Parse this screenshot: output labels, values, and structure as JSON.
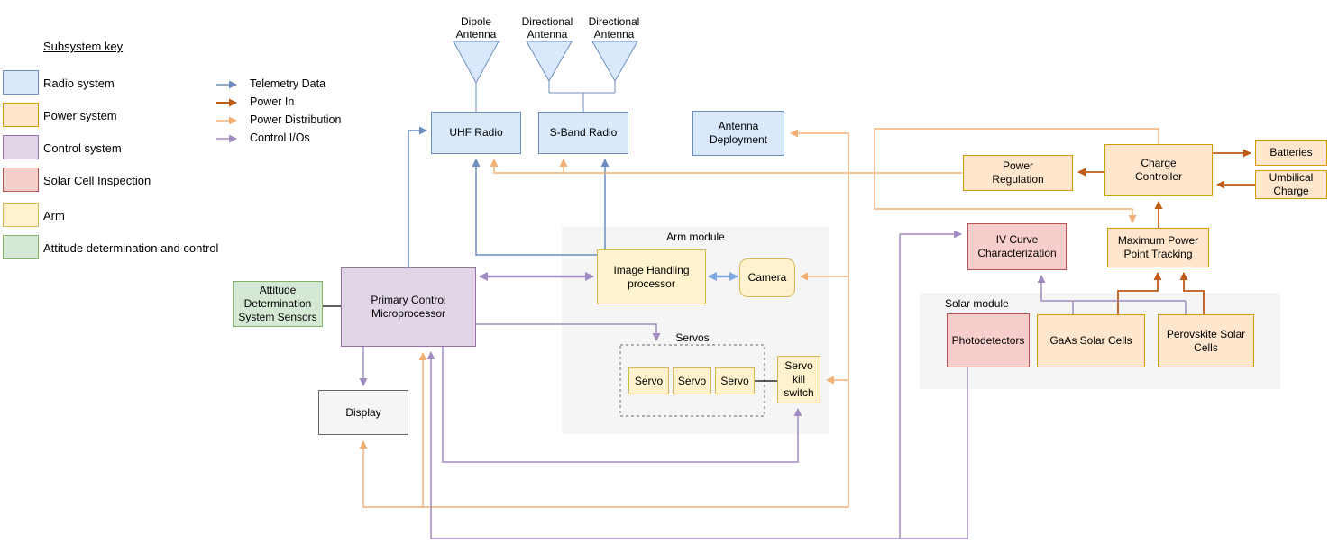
{
  "legend": {
    "title": "Subsystem key",
    "items": [
      {
        "label": "Radio system",
        "fill": "#dae8fc",
        "border": "#6c8ebf"
      },
      {
        "label": "Power system",
        "fill": "#ffe6cc",
        "border": "#d79b00"
      },
      {
        "label": "Control system",
        "fill": "#e1d5e7",
        "border": "#9673a6"
      },
      {
        "label": "Solar Cell Inspection",
        "fill": "#f8cecc",
        "border": "#b85450"
      },
      {
        "label": "Arm",
        "fill": "#fff2cc",
        "border": "#d6b656"
      },
      {
        "label": "Attitude determination and control",
        "fill": "#d5e8d4",
        "border": "#82b366"
      }
    ]
  },
  "arrow_key": [
    {
      "label": "Telemetry Data",
      "color": "#6c8ebf"
    },
    {
      "label": "Power In",
      "color": "#bf5b16"
    },
    {
      "label": "Power Distribution",
      "color": "#f2b077"
    },
    {
      "label": "Control I/Os",
      "color": "#a08cc0"
    }
  ],
  "antennas": [
    {
      "label": "Dipole\nAntenna"
    },
    {
      "label": "Directional\nAntenna"
    },
    {
      "label": "Directional\nAntenna"
    }
  ],
  "modules": {
    "arm": "Arm module",
    "solar": "Solar module",
    "servos_group": "Servos"
  },
  "nodes": {
    "uhf_radio": "UHF Radio",
    "sband_radio": "S-Band Radio",
    "antenna_deployment": "Antenna\nDeployment",
    "power_regulation": "Power\nRegulation",
    "charge_controller": "Charge\nController",
    "batteries": "Batteries",
    "umbilical_charge": "Umbilical\nCharge",
    "iv_curve": "IV Curve\nCharacterization",
    "mppt": "Maximum Power\nPoint Tracking",
    "photodetectors": "Photodetectors",
    "gaas_cells": "GaAs Solar Cells",
    "perovskite_cells": "Perovskite Solar\nCells",
    "image_processor": "Image Handling\nprocessor",
    "camera": "Camera",
    "servos": [
      "Servo",
      "Servo",
      "Servo"
    ],
    "servo_kill_switch": "Servo\nkill\nswitch",
    "adss": "Attitude\nDetermination\nSystem Sensors",
    "pcm": "Primary Control\nMicroprocessor",
    "display": "Display"
  }
}
